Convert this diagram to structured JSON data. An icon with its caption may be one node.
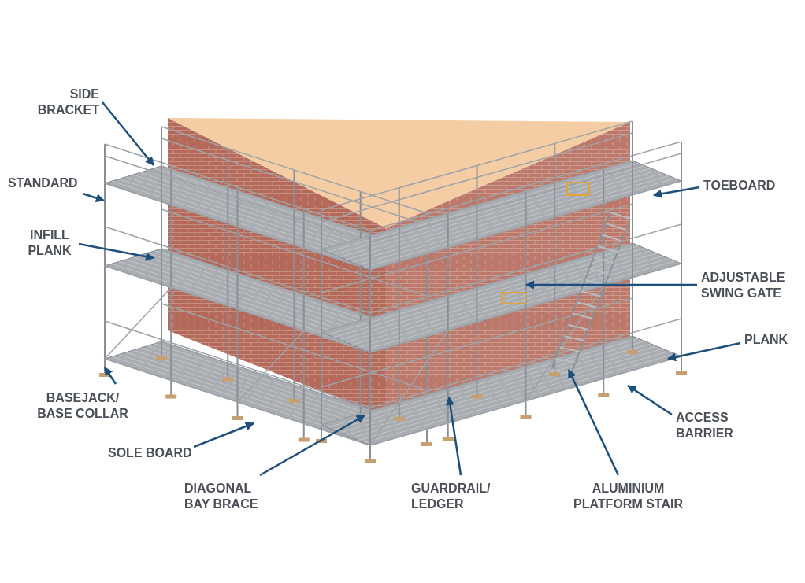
{
  "diagram": {
    "nodes": [
      {
        "text": [
          "SIDE BRACKET"
        ]
      },
      {
        "text": [
          "STANDARD"
        ]
      },
      {
        "text": [
          "INFILL PLANK"
        ]
      },
      {
        "text": [
          "BASEJACK/ BASE COLLAR"
        ]
      },
      {
        "text": [
          "SOLE BOARD"
        ]
      },
      {
        "text": [
          "DIAGONAL BAY BRACE"
        ]
      },
      {
        "text": [
          "GUARDRAIL/ LEDGER"
        ]
      },
      {
        "text": [
          "ALUMINIUM PLATFORM STAIR"
        ]
      },
      {
        "text": [
          "ACCESS BARRIER"
        ]
      },
      {
        "text": [
          "PLANK"
        ]
      },
      {
        "text": [
          "ADJUSTABLE SWING GATE"
        ]
      },
      {
        "text": [
          "TOEBOARD"
        ]
      }
    ],
    "edges": [
      {
        "from": 0,
        "to": null,
        "arrow": "to"
      },
      {
        "from": 1,
        "to": null,
        "arrow": "to"
      },
      {
        "from": 2,
        "to": null,
        "arrow": "to"
      },
      {
        "from": 3,
        "to": null,
        "arrow": "to"
      },
      {
        "from": 4,
        "to": null,
        "arrow": "to"
      },
      {
        "from": 5,
        "to": null,
        "arrow": "to"
      },
      {
        "from": 6,
        "to": null,
        "arrow": "to"
      },
      {
        "from": 7,
        "to": null,
        "arrow": "to"
      },
      {
        "from": 8,
        "to": null,
        "arrow": "to"
      },
      {
        "from": 9,
        "to": null,
        "arrow": "to"
      },
      {
        "from": 10,
        "to": null,
        "arrow": "to"
      },
      {
        "from": 11,
        "to": null,
        "arrow": "to"
      }
    ]
  }
}
